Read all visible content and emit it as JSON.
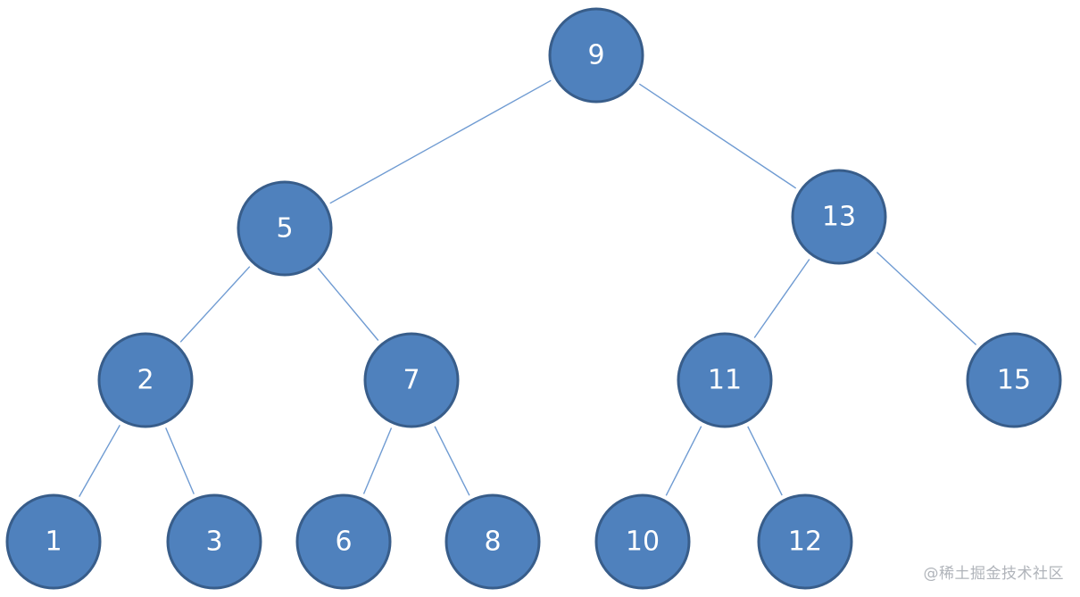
{
  "diagram": {
    "type": "binary-search-tree",
    "nodes": [
      {
        "id": "n9",
        "label": "9"
      },
      {
        "id": "n5",
        "label": "5"
      },
      {
        "id": "n13",
        "label": "13"
      },
      {
        "id": "n2",
        "label": "2"
      },
      {
        "id": "n7",
        "label": "7"
      },
      {
        "id": "n11",
        "label": "11"
      },
      {
        "id": "n15",
        "label": "15"
      },
      {
        "id": "n1",
        "label": "1"
      },
      {
        "id": "n3",
        "label": "3"
      },
      {
        "id": "n6",
        "label": "6"
      },
      {
        "id": "n8",
        "label": "8"
      },
      {
        "id": "n10",
        "label": "10"
      },
      {
        "id": "n12",
        "label": "12"
      }
    ],
    "edges": [
      {
        "from": "n9",
        "to": "n5"
      },
      {
        "from": "n9",
        "to": "n13"
      },
      {
        "from": "n5",
        "to": "n2"
      },
      {
        "from": "n5",
        "to": "n7"
      },
      {
        "from": "n13",
        "to": "n11"
      },
      {
        "from": "n13",
        "to": "n15"
      },
      {
        "from": "n2",
        "to": "n1"
      },
      {
        "from": "n2",
        "to": "n3"
      },
      {
        "from": "n7",
        "to": "n6"
      },
      {
        "from": "n7",
        "to": "n8"
      },
      {
        "from": "n11",
        "to": "n10"
      },
      {
        "from": "n11",
        "to": "n12"
      }
    ],
    "colors": {
      "node_fill": "#4f81bd",
      "node_stroke": "#385d8a",
      "edge": "#6f9bd2",
      "label": "#ffffff"
    }
  },
  "watermark": {
    "text": "@稀土掘金技术社区"
  }
}
